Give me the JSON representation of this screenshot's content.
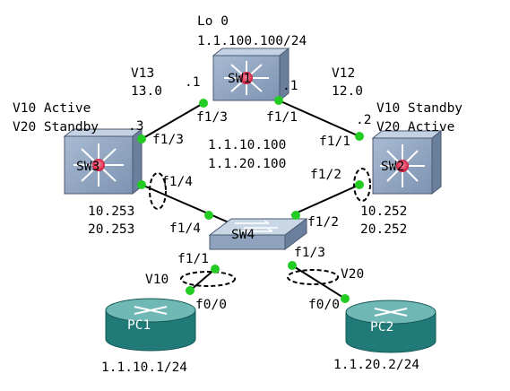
{
  "sw1": {
    "name": "SW1",
    "loopback_title": "Lo 0",
    "loopback_addr": "1.1.100.100/24",
    "ip_left": ".1",
    "ip_right": ".1",
    "port_left": "f1/3",
    "port_right": "f1/1"
  },
  "vlan_left": {
    "vlan": "V13",
    "net": "13.0"
  },
  "vlan_right": {
    "vlan": "V12",
    "net": "12.0"
  },
  "sw3": {
    "name": "SW3",
    "role_1": "V10 Active",
    "role_2": "V20 Standby",
    "ip": ".3",
    "port_up": "f1/3",
    "port_down": "f1/4",
    "addr_1": "10.253",
    "addr_2": "20.253"
  },
  "sw2": {
    "name": "SW2",
    "role_1": "V10 Standby",
    "role_2": "V20 Active",
    "ip": ".2",
    "port_up": "f1/1",
    "port_down": "f1/2",
    "addr_1": "10.252",
    "addr_2": "20.252"
  },
  "center": {
    "net_1": "1.1.10.100",
    "net_2": "1.1.20.100"
  },
  "sw4": {
    "name": "SW4",
    "port_left": "f1/4",
    "port_right": "f1/2",
    "port_pc1": "f1/1",
    "port_pc2": "f1/3"
  },
  "pc1": {
    "name": "PC1",
    "vlan": "V10",
    "port": "f0/0",
    "addr": "1.1.10.1/24"
  },
  "pc2": {
    "name": "PC2",
    "vlan": "V20",
    "port": "f0/0",
    "addr": "1.1.20.2/24"
  },
  "colors": {
    "switch_fill": "#93a8c2",
    "router_fill": "#2c8c8a",
    "port_dot": "#22cc22",
    "hub": "#dd2244"
  }
}
